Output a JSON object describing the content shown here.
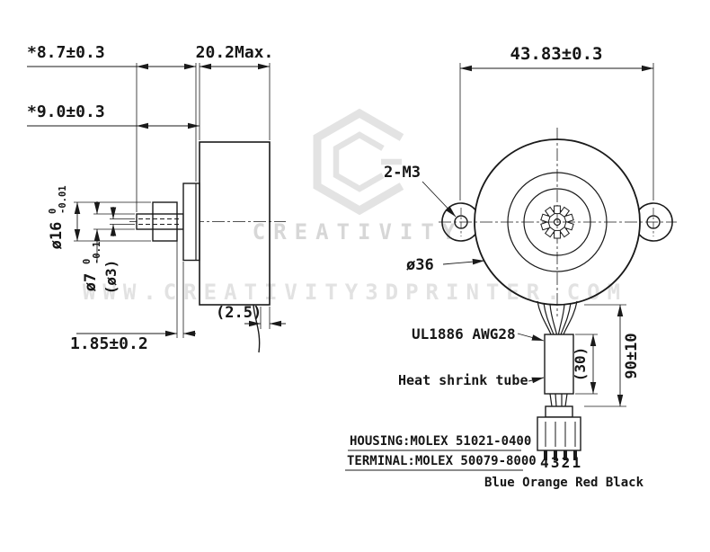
{
  "colors": {
    "ink": "#1a1a1a",
    "watermark_gray": "#d7d7d7"
  },
  "side_view": {
    "dim_flange_offset": "*8.7±0.3",
    "dim_body_length": "20.2Max.",
    "dim_boss_offset": "*9.0±0.3",
    "dim_boss_dia": "ø16",
    "dim_boss_dia_tol_upper": "0",
    "dim_boss_dia_tol_lower": "-0.01",
    "dim_shaft_dia": "ø7",
    "dim_shaft_dia_tol_upper": "0",
    "dim_shaft_dia_tol_lower": "-0.1",
    "dim_shaft_bore": "(ø3)",
    "dim_gear_offset": "1.85±0.2",
    "dim_rear_boss": "(2.5)"
  },
  "front_view": {
    "dim_mount_spacing": "43.83±0.3",
    "label_mount_holes": "2-M3",
    "dim_body_dia": "ø36",
    "label_wire_spec": "UL1886 AWG28",
    "label_heat_shrink": "Heat shrink tube",
    "dim_tube_length": "(30)",
    "dim_lead_length": "90±10",
    "label_housing": "HOUSING:MOLEX 51021-0400",
    "label_terminal": "TERMINAL:MOLEX 50079-8000",
    "label_pin_numbers": "4321",
    "label_wire_colors": "Blue Orange Red Black"
  },
  "watermark": {
    "brand": "CREATIVITY",
    "url": "WWW.CREATIVITY3DPRINTER.COM"
  }
}
